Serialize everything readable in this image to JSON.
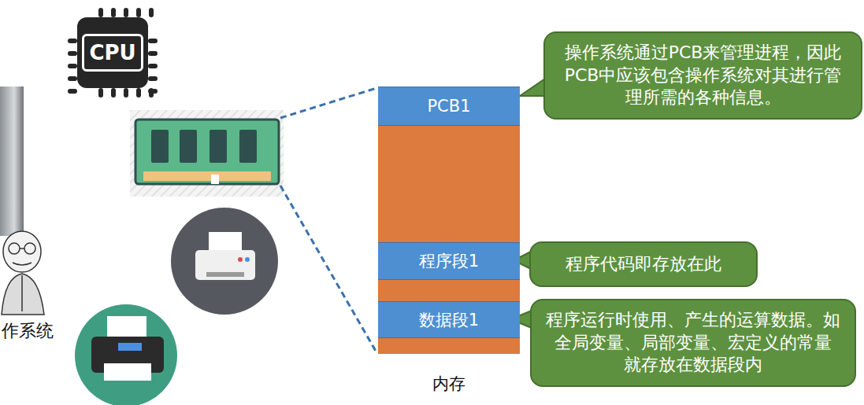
{
  "diagram": {
    "nodes": [
      {
        "text": [
          "CPU"
        ]
      },
      {
        "text": [
          "操作系统通过PCB来管理进程，因此PCB中应该包含操作系统对其进行管理所需的各种信息。"
        ]
      },
      {
        "text": [
          "内存"
        ]
      },
      {
        "text": [
          "PCB1"
        ],
        "in": 2
      },
      {
        "text": [
          "程序段1"
        ],
        "in": 2
      },
      {
        "text": [
          "数据段1"
        ],
        "in": 2
      },
      {
        "text": [
          "程序代码即存放在此"
        ]
      },
      {
        "text": [
          "程序运行时使用、产生的运算数据。如全局变量、局部变量、宏定义的常量 就存放在数据段内"
        ]
      }
    ],
    "labels": [
      "作系统"
    ]
  }
}
